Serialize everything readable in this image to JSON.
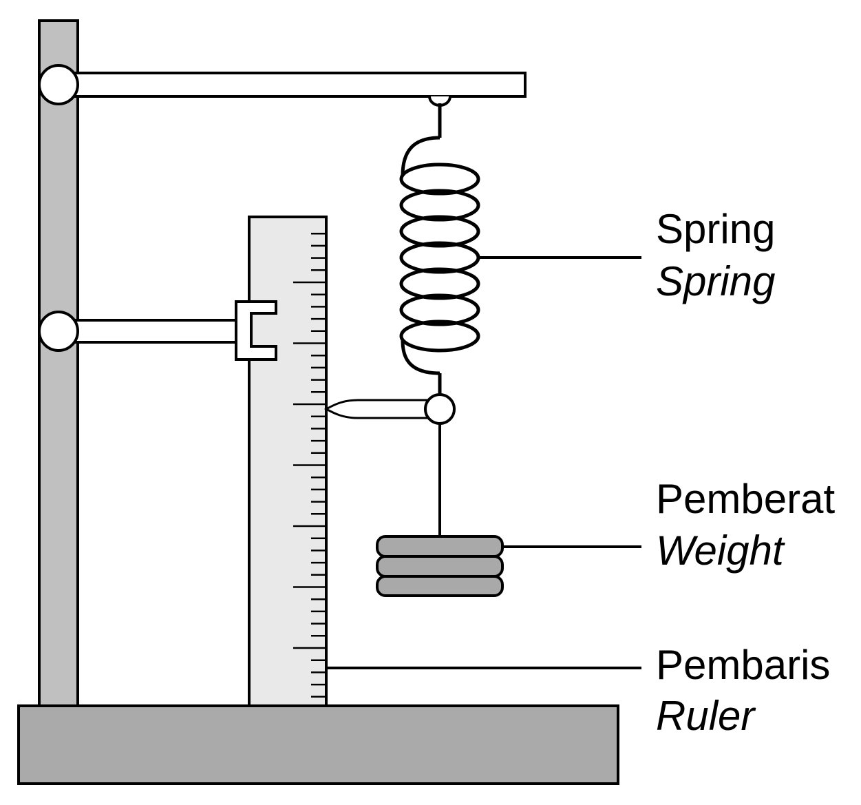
{
  "labels": {
    "spring": {
      "primary": "Spring",
      "secondary": "Spring"
    },
    "weight": {
      "primary": "Pemberat",
      "secondary": "Weight"
    },
    "ruler": {
      "primary": "Pembaris",
      "secondary": "Ruler"
    }
  },
  "colors": {
    "stroke": "#000000",
    "stand_gray": "#c0c0c0",
    "base_gray": "#aaaaaa",
    "ruler_fill": "#e8e9e8",
    "weight_gray": "#a9a9a9",
    "white": "#ffffff"
  }
}
